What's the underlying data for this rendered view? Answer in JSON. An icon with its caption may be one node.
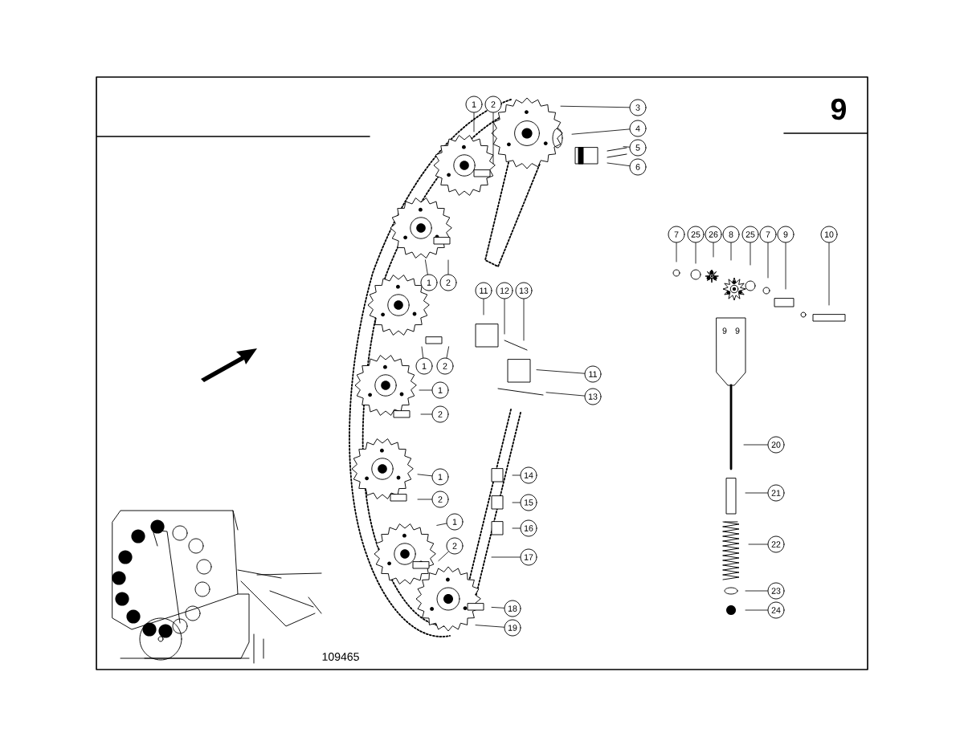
{
  "diagram": {
    "nodes": [
      {
        "text": [
          "1"
        ]
      },
      {
        "text": [
          "2"
        ]
      },
      {
        "text": [
          "3"
        ]
      },
      {
        "text": [
          "4"
        ]
      },
      {
        "text": [
          "5"
        ]
      },
      {
        "text": [
          "6"
        ]
      },
      {
        "text": [
          "1"
        ]
      },
      {
        "text": [
          "2"
        ]
      },
      {
        "text": [
          "11"
        ]
      },
      {
        "text": [
          "12"
        ]
      },
      {
        "text": [
          "13"
        ]
      },
      {
        "text": [
          "1"
        ]
      },
      {
        "text": [
          "2"
        ]
      },
      {
        "text": [
          "11"
        ]
      },
      {
        "text": [
          "13"
        ]
      },
      {
        "text": [
          "1"
        ]
      },
      {
        "text": [
          "2"
        ]
      },
      {
        "text": [
          "1"
        ]
      },
      {
        "text": [
          "2"
        ]
      },
      {
        "text": [
          "14"
        ]
      },
      {
        "text": [
          "15"
        ]
      },
      {
        "text": [
          "16"
        ]
      },
      {
        "text": [
          "1"
        ]
      },
      {
        "text": [
          "2"
        ]
      },
      {
        "text": [
          "17"
        ]
      },
      {
        "text": [
          "18"
        ]
      },
      {
        "text": [
          "19"
        ]
      },
      {
        "text": [
          "7"
        ]
      },
      {
        "text": [
          "25"
        ]
      },
      {
        "text": [
          "26"
        ]
      },
      {
        "text": [
          "8"
        ]
      },
      {
        "text": [
          "25"
        ]
      },
      {
        "text": [
          "7"
        ]
      },
      {
        "text": [
          "9"
        ]
      },
      {
        "text": [
          "10"
        ]
      },
      {
        "text": [
          "20"
        ]
      },
      {
        "text": [
          "21"
        ]
      },
      {
        "text": [
          "22"
        ]
      },
      {
        "text": [
          "23"
        ]
      },
      {
        "text": [
          "24"
        ]
      }
    ],
    "edges": [
      {
        "from": 0,
        "to": null,
        "arrow": "none"
      },
      {
        "from": 1,
        "to": null,
        "arrow": "none"
      },
      {
        "from": 2,
        "to": null,
        "arrow": "none"
      },
      {
        "from": 3,
        "to": null,
        "arrow": "none"
      },
      {
        "from": 4,
        "to": null,
        "arrow": "none"
      },
      {
        "from": 5,
        "to": null,
        "arrow": "none"
      },
      {
        "from": 6,
        "to": null,
        "arrow": "none"
      },
      {
        "from": 7,
        "to": null,
        "arrow": "none"
      },
      {
        "from": 8,
        "to": null,
        "arrow": "none"
      },
      {
        "from": 9,
        "to": null,
        "arrow": "none"
      },
      {
        "from": 10,
        "to": null,
        "arrow": "none"
      },
      {
        "from": 11,
        "to": null,
        "arrow": "none"
      },
      {
        "from": 12,
        "to": null,
        "arrow": "none"
      },
      {
        "from": 13,
        "to": null,
        "arrow": "none"
      },
      {
        "from": 14,
        "to": null,
        "arrow": "none"
      },
      {
        "from": 15,
        "to": null,
        "arrow": "none"
      },
      {
        "from": 16,
        "to": null,
        "arrow": "none"
      },
      {
        "from": 17,
        "to": null,
        "arrow": "none"
      },
      {
        "from": 18,
        "to": null,
        "arrow": "none"
      },
      {
        "from": 19,
        "to": null,
        "arrow": "none"
      },
      {
        "from": 20,
        "to": null,
        "arrow": "none"
      },
      {
        "from": 21,
        "to": null,
        "arrow": "none"
      },
      {
        "from": 22,
        "to": null,
        "arrow": "none"
      },
      {
        "from": 23,
        "to": null,
        "arrow": "none"
      },
      {
        "from": 24,
        "to": null,
        "arrow": "none"
      },
      {
        "from": 25,
        "to": null,
        "arrow": "none"
      },
      {
        "from": 26,
        "to": null,
        "arrow": "none"
      },
      {
        "from": 27,
        "to": null,
        "arrow": "none"
      },
      {
        "from": 28,
        "to": null,
        "arrow": "none"
      },
      {
        "from": 29,
        "to": null,
        "arrow": "none"
      },
      {
        "from": 30,
        "to": null,
        "arrow": "none"
      },
      {
        "from": 31,
        "to": null,
        "arrow": "none"
      },
      {
        "from": 32,
        "to": null,
        "arrow": "none"
      },
      {
        "from": 33,
        "to": null,
        "arrow": "none"
      },
      {
        "from": 34,
        "to": null,
        "arrow": "none"
      },
      {
        "from": 35,
        "to": null,
        "arrow": "none"
      },
      {
        "from": 36,
        "to": null,
        "arrow": "none"
      },
      {
        "from": 37,
        "to": null,
        "arrow": "none"
      },
      {
        "from": 38,
        "to": null,
        "arrow": "none"
      },
      {
        "from": 39,
        "to": null,
        "arrow": "none"
      }
    ],
    "labels": [
      "9",
      "9",
      "9",
      "109465"
    ]
  }
}
